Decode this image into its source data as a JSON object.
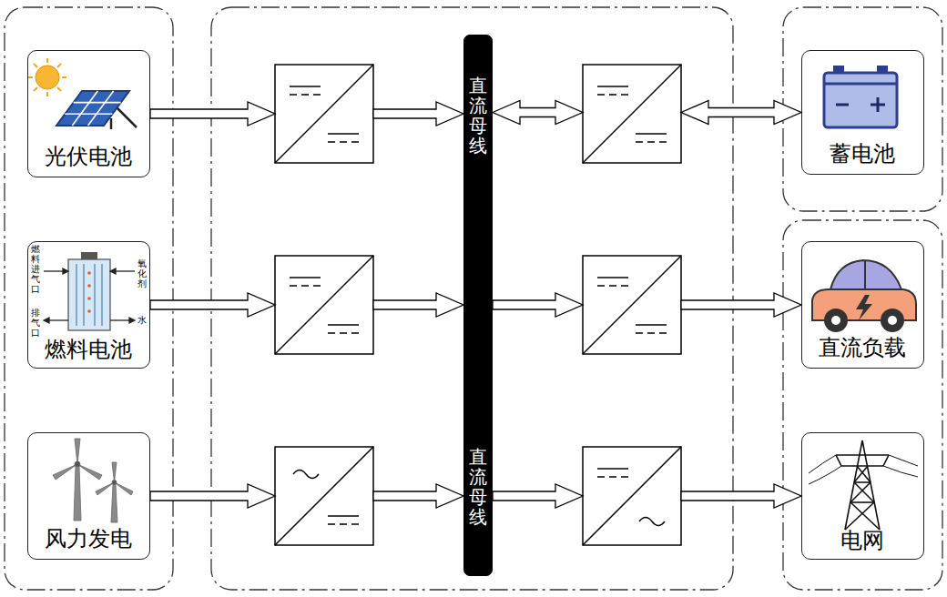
{
  "diagram": {
    "nodes": [
      {
        "text": [
          "光伏电池"
        ]
      },
      {
        "text": [
          "燃料电池"
        ]
      },
      {
        "text": [
          "风力发电"
        ]
      },
      {
        "text": [
          "直流母线",
          "直流母线"
        ]
      },
      {
        "text": [
          "蓄电池"
        ]
      },
      {
        "text": [
          "直流负载"
        ]
      },
      {
        "text": [
          "电网"
        ]
      }
    ],
    "edges": [
      {
        "from": 0,
        "to": 3,
        "arrow": "to"
      },
      {
        "from": 1,
        "to": 3,
        "arrow": "to"
      },
      {
        "from": 2,
        "to": 3,
        "arrow": "to"
      },
      {
        "from": 3,
        "to": 4,
        "arrow": "both"
      },
      {
        "from": 3,
        "to": 5,
        "arrow": "to"
      },
      {
        "from": 3,
        "to": 6,
        "arrow": "to"
      }
    ],
    "labels": [
      "燃料进气口",
      "氧化剂",
      "排气口",
      "水"
    ]
  }
}
